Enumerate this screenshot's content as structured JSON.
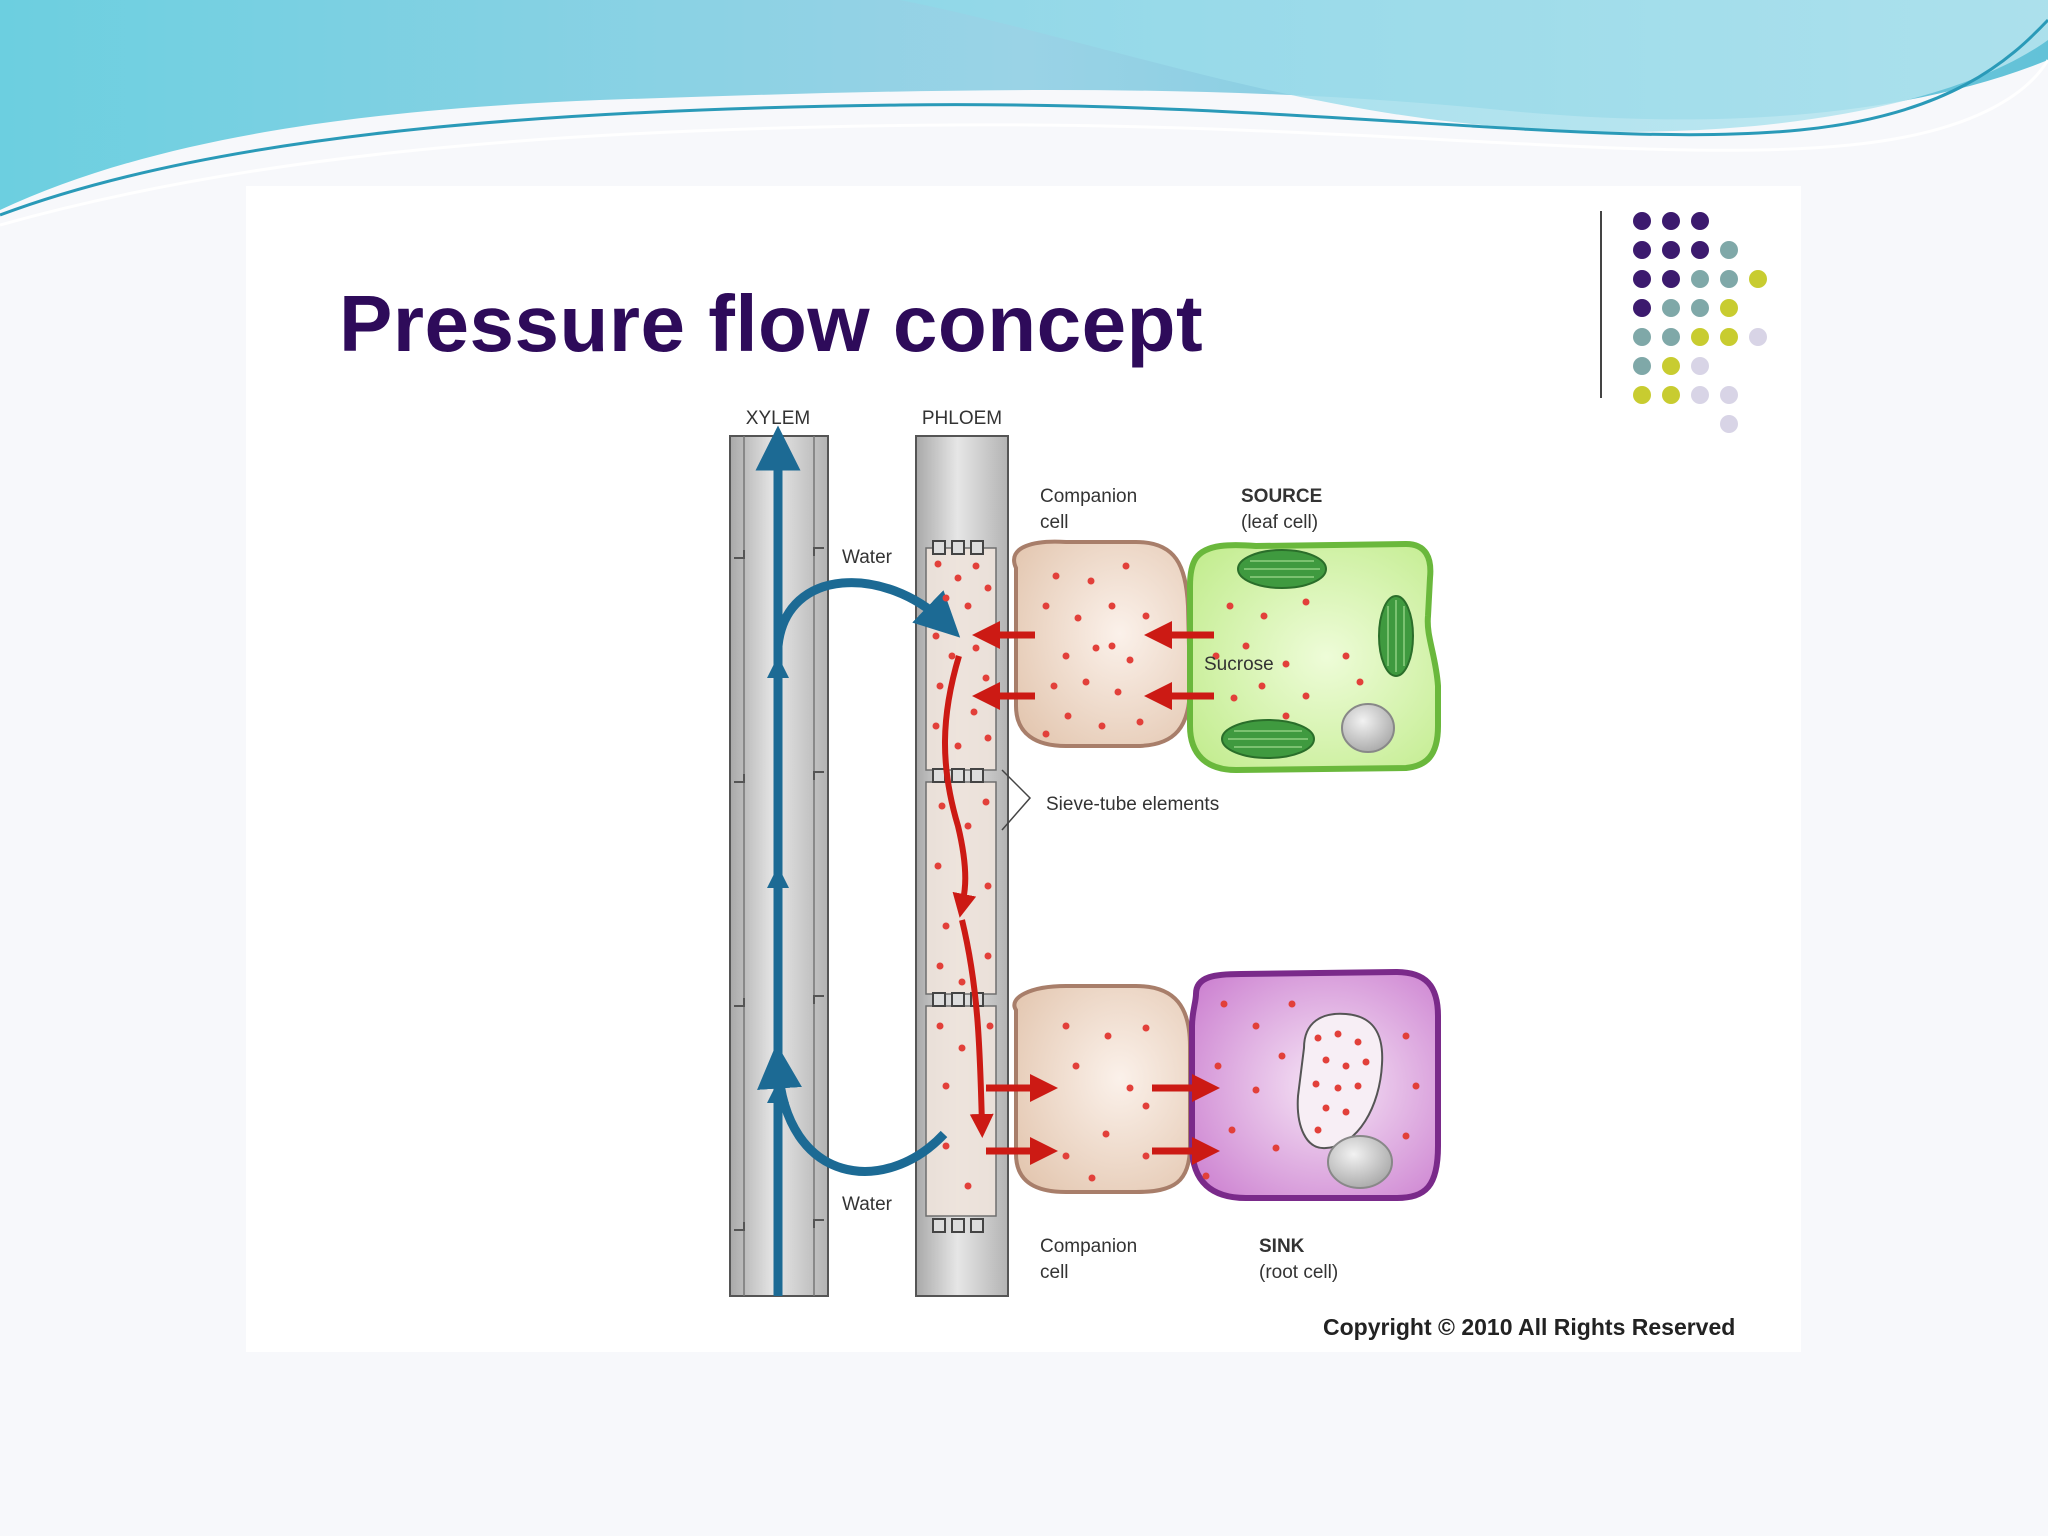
{
  "slide": {
    "title": "Pressure flow concept",
    "copyright": "Copyright © 2010 All Rights Reserved"
  },
  "diagram": {
    "xylem_label": "XYLEM",
    "phloem_label": "PHLOEM",
    "water_top": "Water",
    "water_bottom": "Water",
    "companion_top_line1": "Companion",
    "companion_top_line2": "cell",
    "source_line1": "SOURCE",
    "source_line2": "(leaf cell)",
    "sucrose": "Sucrose",
    "sieve_tube": "Sieve-tube elements",
    "companion_bottom_line1": "Companion",
    "companion_bottom_line2": "cell",
    "sink_line1": "SINK",
    "sink_line2": "(root cell)"
  },
  "decor": {
    "dot_colors": {
      "purple": "#3c1a6e",
      "teal": "#7fa8a8",
      "lime": "#c8cc30",
      "lilac": "#d8d4e6"
    },
    "dot_grid": [
      [
        "purple",
        "purple",
        "purple",
        "",
        "",
        ""
      ],
      [
        "purple",
        "purple",
        "purple",
        "teal",
        "",
        ""
      ],
      [
        "purple",
        "purple",
        "teal",
        "teal",
        "lime",
        ""
      ],
      [
        "purple",
        "teal",
        "teal",
        "lime",
        "",
        ""
      ],
      [
        "teal",
        "teal",
        "lime",
        "lime",
        "lilac",
        ""
      ],
      [
        "teal",
        "lime",
        "lilac",
        "",
        "",
        ""
      ],
      [
        "lime",
        "lime",
        "lilac",
        "lilac",
        "",
        ""
      ],
      [
        "",
        "",
        "",
        "lilac",
        "",
        ""
      ]
    ],
    "colors": {
      "xylem_arrow": "#1c6a94",
      "sucrose_arrow": "#cc1a14",
      "source_cell": "#d4f2a8",
      "sink_cell": "#c87ad0",
      "companion_cell": "#ecd6c6",
      "title": "#2e0b5a"
    }
  }
}
